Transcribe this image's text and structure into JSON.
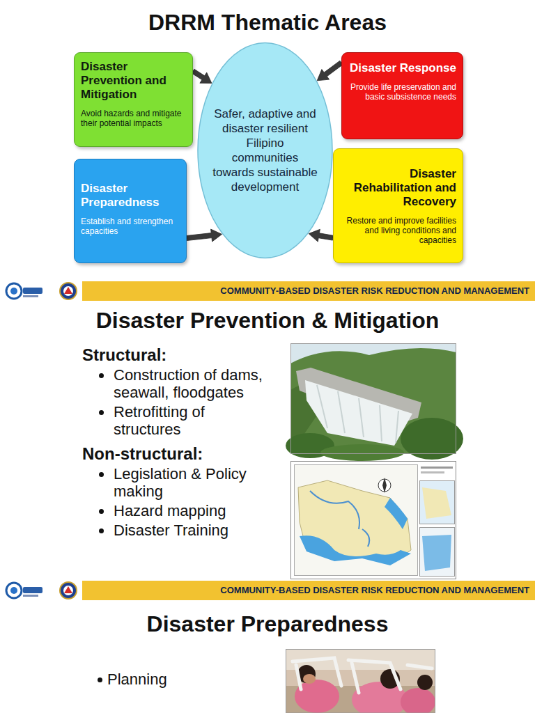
{
  "diagram": {
    "title": "DRRM Thematic Areas",
    "nodes": [
      {
        "text": [
          "Disaster Prevention and Mitigation",
          "Avoid hazards and mitigate their potential impacts"
        ]
      },
      {
        "text": [
          "Disaster Response",
          "Provide life preservation and basic subsistence needs"
        ]
      },
      {
        "text": [
          "Safer, adaptive and disaster resilient Filipino communities towards sustainable development"
        ]
      },
      {
        "text": [
          "Disaster Preparedness",
          "Establish and strengthen capacities"
        ]
      },
      {
        "text": [
          "Disaster Rehabilitation and Recovery",
          "Restore and improve facilities and living conditions and capacities"
        ]
      }
    ],
    "edges": [
      {
        "from": 0,
        "to": 2,
        "arrow": "to"
      },
      {
        "from": 1,
        "to": 2,
        "arrow": "to"
      },
      {
        "from": 3,
        "to": 2,
        "arrow": "to"
      },
      {
        "from": 4,
        "to": 2,
        "arrow": "to"
      }
    ],
    "labels": [
      "COMMUNITY-BASED DISASTER RISK REDUCTION AND MANAGEMENT",
      "Disaster Prevention & Mitigation",
      "Structural:",
      "Construction of dams, seawall, floodgates",
      "Retrofitting of structures",
      "Non-structural:",
      "Legislation & Policy making",
      "Hazard mapping",
      "Disaster Training",
      "COMMUNITY-BASED DISASTER RISK REDUCTION AND MANAGEMENT",
      "Disaster Preparedness",
      "Planning"
    ]
  }
}
